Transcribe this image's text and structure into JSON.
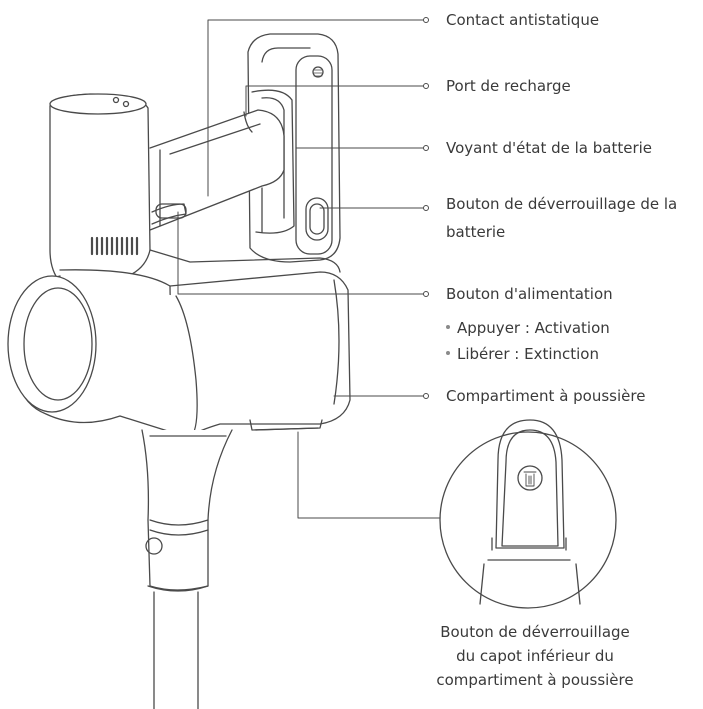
{
  "callouts": {
    "contact": "Contact antistatique",
    "charge_port": "Port de recharge",
    "battery_indicator": "Voyant d'état de la batterie",
    "battery_release": "Bouton de déverrouillage de la batterie",
    "power_button": "Bouton d'alimentation",
    "power_press": "Appuyer : Activation",
    "power_release": "Libérer : Extinction",
    "dust_compartment": "Compartiment à poussière"
  },
  "bottom_caption": {
    "line1": "Bouton de déverrouillage",
    "line2": "du capot inférieur du",
    "line3": "compartiment à poussière"
  },
  "colors": {
    "line": "#4a4a4a",
    "text": "#3a3a3a"
  }
}
